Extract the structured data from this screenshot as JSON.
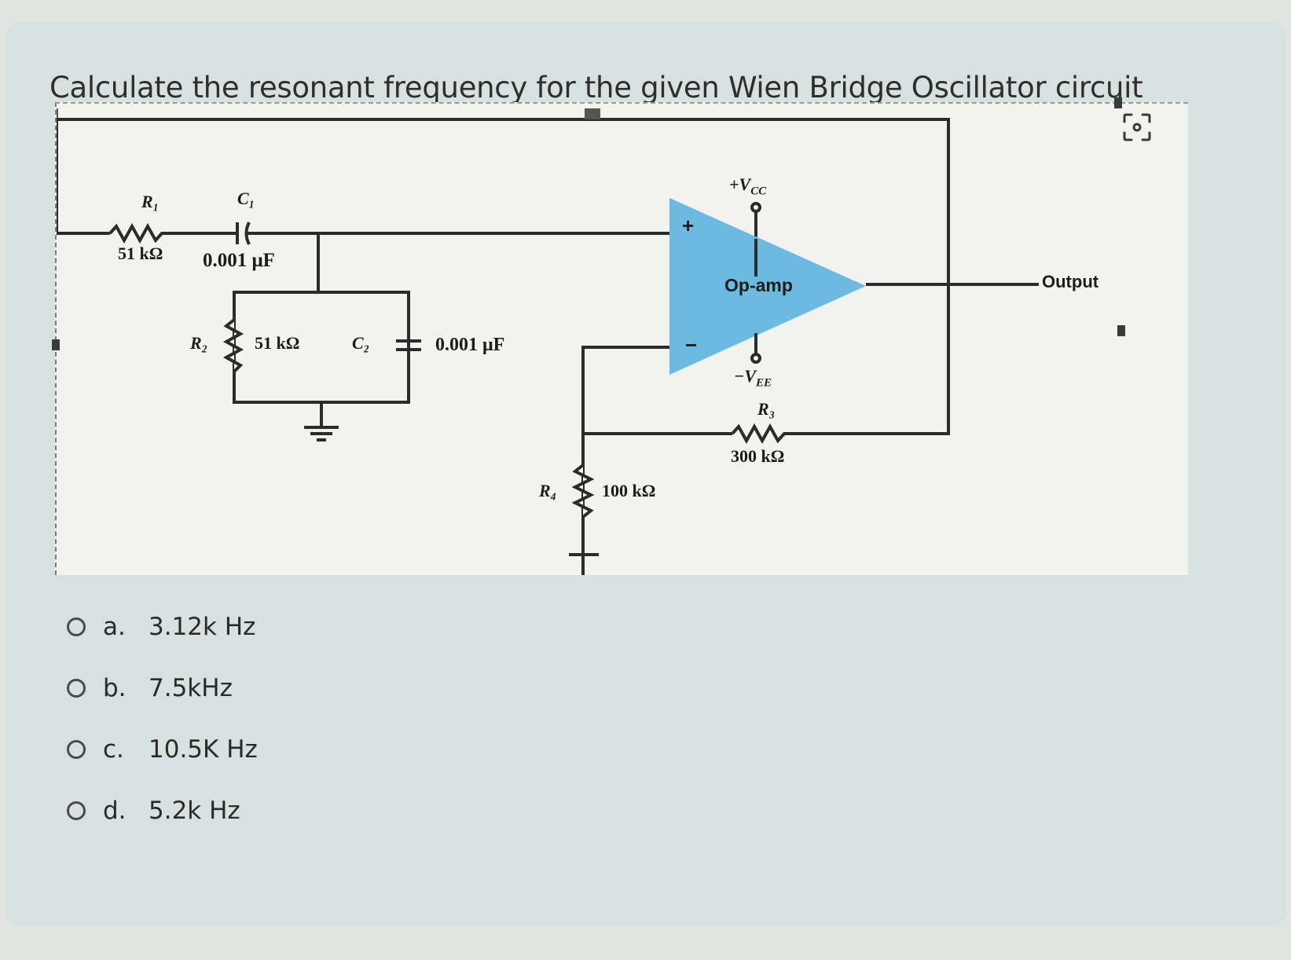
{
  "question": {
    "text": "Calculate the resonant frequency for the given Wien Bridge Oscillator circuit"
  },
  "circuit": {
    "r1_label": "R₁",
    "r1_value": "51 kΩ",
    "c1_label": "C₁",
    "c1_value": "0.001 μF",
    "r2_label": "R₂",
    "r2_value": "51 kΩ",
    "c2_label": "C₂",
    "c2_value": "0.001 μF",
    "plus_sign": "+",
    "minus_sign": "−",
    "vcc_label": "+V",
    "vcc_sub": "CC",
    "opamp_label": "Op-amp",
    "vee_label": "−V",
    "vee_sub": "EE",
    "r3_label": "R₃",
    "r3_value": "300 kΩ",
    "r4_label": "R₄",
    "r4_value": "100 kΩ",
    "output_label": "Output",
    "opamp_color": "#6cbadf"
  },
  "options": [
    {
      "letter": "a.",
      "text": "3.12k Hz"
    },
    {
      "letter": "b.",
      "text": "7.5kHz"
    },
    {
      "letter": "c.",
      "text": "10.5K Hz"
    },
    {
      "letter": "d.",
      "text": "5.2k Hz"
    }
  ],
  "icons": {
    "scan": "image-scan-icon"
  }
}
